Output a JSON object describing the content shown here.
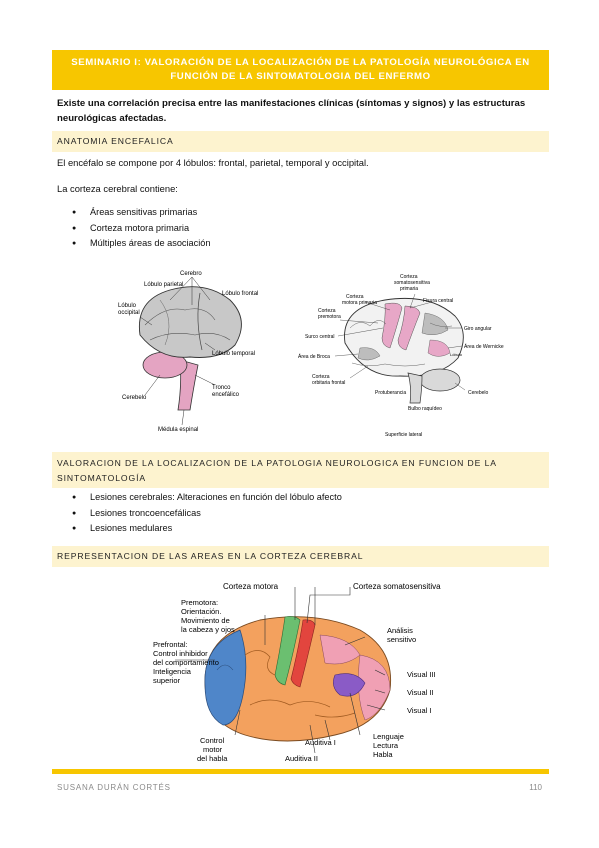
{
  "banner": {
    "line1": "SEMINARIO I: VALORACIÓN DE LA LOCALIZACIÓN DE LA PATOLOGÍA NEUROLÓGICA EN",
    "line2": "FUNCIÓN DE LA SINTOMATOLOGIA DEL ENFERMO"
  },
  "intro": "Existe una correlación precisa entre las manifestaciones clínicas (síntomas y signos) y las estructuras neurológicas afectadas.",
  "section1": {
    "heading": "ANATOMIA ENCEFALICA",
    "p1": "El encéfalo se compone por 4 lóbulos: frontal, parietal, temporal y occipital.",
    "p2": "La corteza cerebral contiene:",
    "bullets": [
      "Áreas sensitivas primarias",
      "Corteza motora primaria",
      "Múltiples áreas de asociación"
    ]
  },
  "figure1": {
    "labels": {
      "cerebro": "Cerebro",
      "parietal": "Lóbulo parietal",
      "frontal": "Lóbulo frontal",
      "occipital_1": "Lóbulo",
      "occipital_2": "occipital",
      "temporal": "Lóbulo temporal",
      "cerebelo": "Cerebelo",
      "tronco_1": "Tronco",
      "tronco_2": "encefálico",
      "medula": "Médula espinal"
    }
  },
  "figure2": {
    "labels": {
      "somato_1": "Corteza",
      "somato_2": "somatosensitiva",
      "somato_3": "primaria",
      "motora_1": "Corteza",
      "motora_2": "motora primaria",
      "premotora_1": "Corteza",
      "premotora_2": "premotora",
      "fisura": "Fisura central",
      "surco": "Surco central",
      "giro": "Giro angular",
      "wernicke": "Área de Wernicke",
      "broca": "Área de Broca",
      "orbitaria_1": "Corteza",
      "orbitaria_2": "orbitaria frontal",
      "protuberancia": "Protuberancia",
      "bulbo": "Bulbo raquídeo",
      "cerebelo": "Cerebelo",
      "superficie": "Superficie lateral",
      "lobulo_small": "Lóbulo"
    }
  },
  "section2": {
    "heading_line1": "VALORACION DE LA LOCALIZACION DE LA PATOLOGIA NEUROLOGICA EN FUNCION DE LA",
    "heading_line2": "SINTOMATOLOGÍA",
    "bullets": [
      "Lesiones cerebrales: Alteraciones en función del lóbulo afecto",
      "Lesiones troncoencefálicas",
      "Lesiones medulares"
    ]
  },
  "section3": {
    "heading": "REPRESENTACION DE LAS AREAS EN LA CORTEZA CEREBRAL"
  },
  "figure3": {
    "labels": {
      "motora": "Corteza motora",
      "somato": "Corteza somatosensitiva",
      "premotora_1": "Premotora:",
      "premotora_2": "Orientación.",
      "premotora_3": "Movimiento de",
      "premotora_4": "la cabeza y ojos",
      "prefrontal_1": "Prefrontal:",
      "prefrontal_2": "Control inhibidor",
      "prefrontal_3": "del comportamiento",
      "prefrontal_4": "Inteligencia",
      "prefrontal_5": "superior",
      "analisis_1": "Análisis",
      "analisis_2": "sensitivo",
      "visual3": "Visual III",
      "visual2": "Visual II",
      "visual1": "Visual I",
      "lenguaje_1": "Lenguaje",
      "lenguaje_2": "Lectura",
      "lenguaje_3": "Habla",
      "auditiva1": "Auditiva I",
      "auditiva2": "Auditiva II",
      "control_1": "Control",
      "control_2": "motor",
      "control_3": "del habla"
    }
  },
  "footer": {
    "author": "SUSANA DURÁN CORTÉS",
    "page": "110"
  }
}
